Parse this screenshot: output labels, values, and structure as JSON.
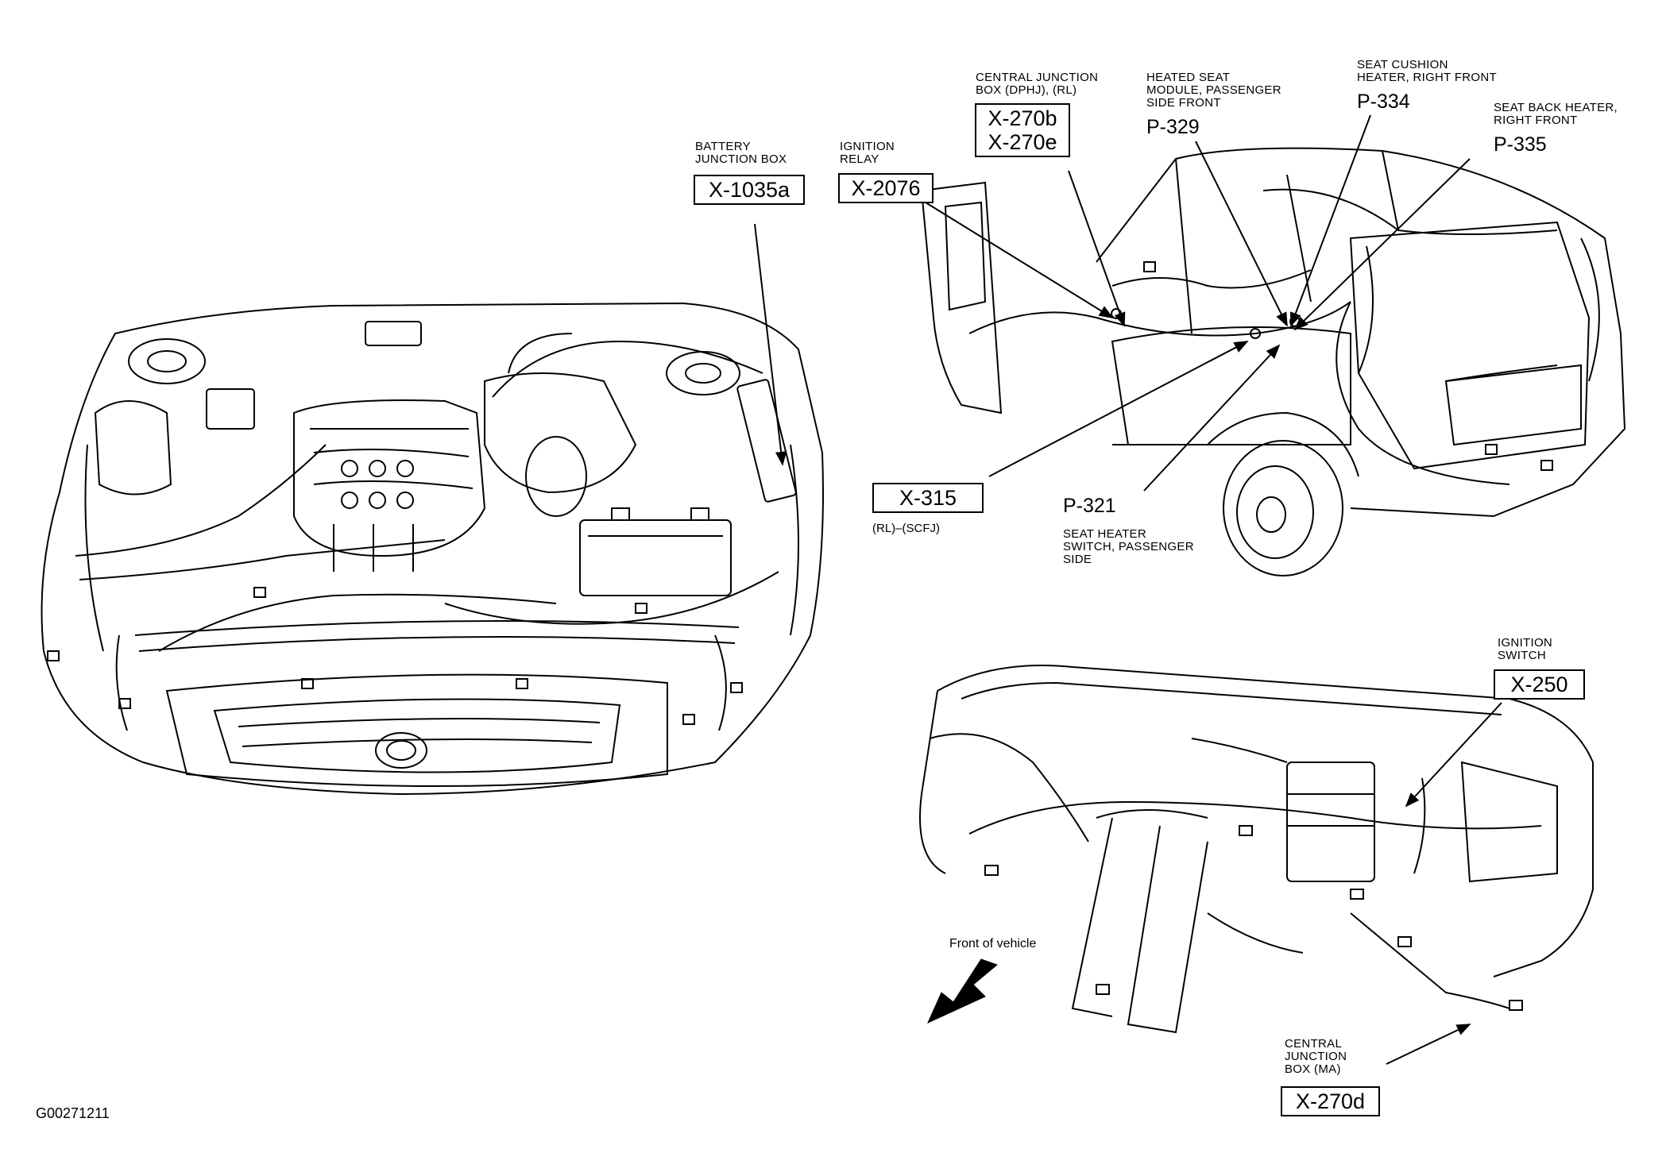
{
  "figure_id": "G00271211",
  "front_of_vehicle": "Front of vehicle",
  "callouts": {
    "battery_junction_box": {
      "caption": [
        "BATTERY",
        "JUNCTION BOX"
      ],
      "code": "X-1035a"
    },
    "ignition_relay": {
      "caption": [
        "IGNITION",
        "RELAY"
      ],
      "code": "X-2076"
    },
    "central_junction_box_dphj": {
      "caption": [
        "CENTRAL JUNCTION",
        "BOX (DPHJ), (RL)"
      ],
      "codes": [
        "X-270b",
        "X-270e"
      ]
    },
    "heated_seat_module": {
      "caption": [
        "HEATED SEAT",
        "MODULE, PASSENGER",
        "SIDE FRONT"
      ],
      "code": "P-329"
    },
    "seat_cushion_heater": {
      "caption": [
        "SEAT CUSHION",
        "HEATER, RIGHT FRONT"
      ],
      "code": "P-334"
    },
    "seat_back_heater": {
      "caption": [
        "SEAT BACK HEATER,",
        "RIGHT FRONT"
      ],
      "code": "P-335"
    },
    "x315": {
      "code": "X-315",
      "note": "(RL)–(SCFJ)"
    },
    "seat_heater_switch": {
      "code": "P-321",
      "caption": [
        "SEAT HEATER",
        "SWITCH, PASSENGER",
        "SIDE"
      ]
    },
    "ignition_switch": {
      "caption": [
        "IGNITION",
        "SWITCH"
      ],
      "code": "X-250"
    },
    "central_junction_box_ma": {
      "caption": [
        "CENTRAL",
        "JUNCTION",
        "BOX (MA)"
      ],
      "code": "X-270d"
    }
  }
}
